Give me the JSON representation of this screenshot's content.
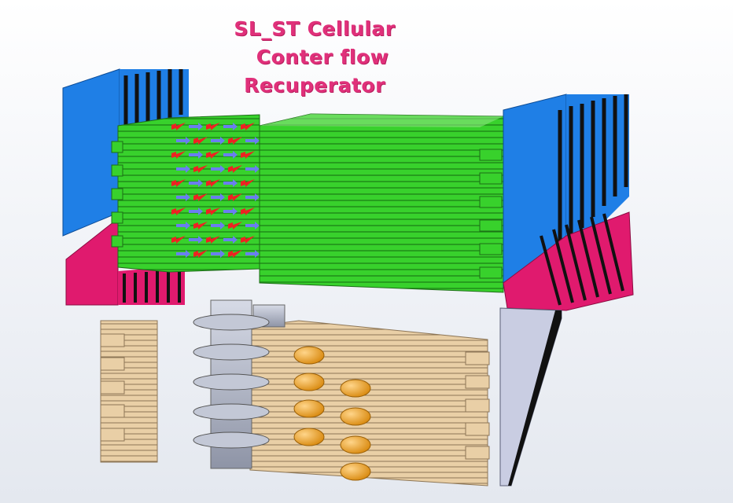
{
  "title": {
    "line1": "SL_ST Cellular",
    "line2": "Conter flow",
    "line3": "Recuperator"
  },
  "colors": {
    "blue": "#1f7fe6",
    "pink": "#e01a6e",
    "green": "#36d22a",
    "tan": "#e9cfa6",
    "gray": "#b7bccb",
    "orange": "#f0a018",
    "red_arrow": "#ee2222",
    "blue_arrow": "#6a7ef0",
    "title": "#e0307a"
  },
  "icons": {
    "hot_flow": "red-arrow-icon",
    "cold_flow": "blue-arrow-icon",
    "spacer": "orange-disc-icon"
  }
}
